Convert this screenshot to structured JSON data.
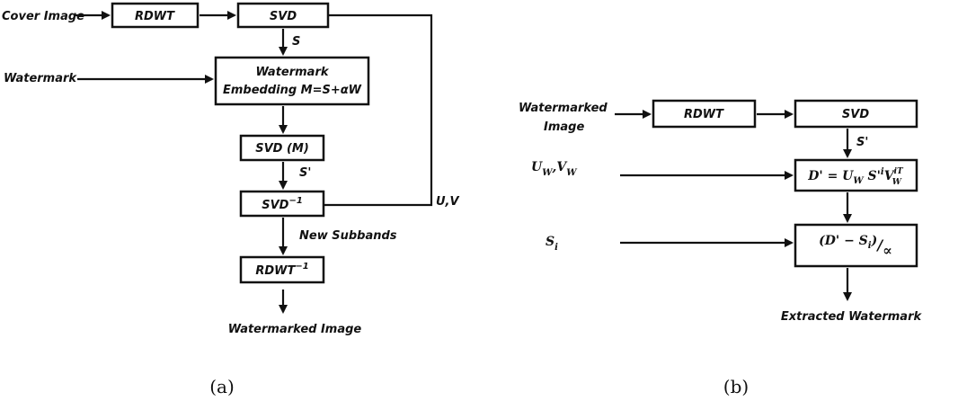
{
  "panel_a": {
    "caption": "(a)",
    "inputs": {
      "cover_image": "Cover Image",
      "watermark": "Watermark"
    },
    "boxes": {
      "rdwt": "RDWT",
      "svd": "SVD",
      "embed_line1": "Watermark",
      "embed_line2": "Embedding M=S+αW",
      "svd_m": "SVD (M)",
      "isvd": "SVD",
      "isvd_sup": "−1",
      "irdwt": "RDWT",
      "irdwt_sup": "−1"
    },
    "labels": {
      "s": "S",
      "s_prime": "S'",
      "uv": "U,V",
      "new_subbands": "New Subbands",
      "output": "Watermarked Image"
    }
  },
  "panel_b": {
    "caption": "(b)",
    "inputs": {
      "wm_line1": "Watermarked",
      "wm_line2": "Image",
      "uw": "U",
      "uw_sub": "W",
      "vw": ",V",
      "vw_sub": "W",
      "si": "S",
      "si_sub": "i"
    },
    "boxes": {
      "rdwt": "RDWT",
      "svd": "SVD",
      "d_lhs": "D' = U",
      "d_sub_w1": "W",
      "d_s": " S'",
      "d_sup_i": "i",
      "d_v": "V",
      "d_v_sup": "iT",
      "d_v_sub": "W",
      "extract_num": "(D' − S",
      "extract_sub": "i",
      "extract_close": ")",
      "extract_slash": "/",
      "extract_den": "∝"
    },
    "labels": {
      "s_prime": "S'",
      "output": "Extracted Watermark"
    }
  }
}
